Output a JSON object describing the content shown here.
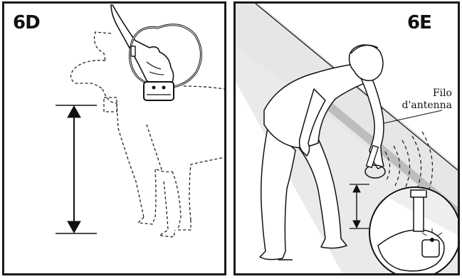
{
  "figures": [
    {
      "id": "6D",
      "label": "6D"
    },
    {
      "id": "6E",
      "label": "6E",
      "callout": {
        "line1": "Filo",
        "line2": "d'antenna"
      }
    }
  ]
}
